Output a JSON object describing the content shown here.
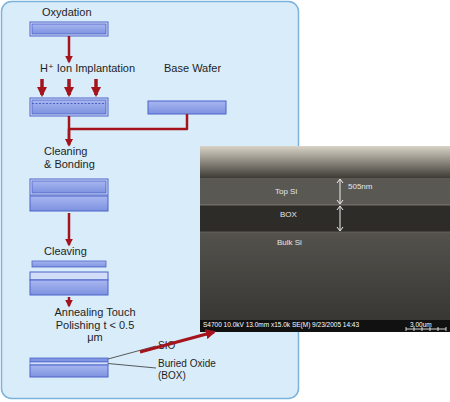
{
  "diagram": {
    "nodes": [
      {
        "text": [
          "Oxydation"
        ]
      },
      {
        "text": [
          "H⁺ Ion Implantation"
        ]
      },
      {
        "text": [
          "Base Wafer"
        ]
      },
      {
        "text": [
          "Cleaning & Bonding"
        ]
      },
      {
        "text": [
          "Cleaving"
        ]
      },
      {
        "text": [
          "Annealing Touch Polishing t < 0.5 μm"
        ]
      },
      {
        "text": [
          "Top Si",
          "505nm",
          "BOX",
          "Bulk Si",
          "S4700 10.0kV 13.0mm x15.0k SE(M) 9/23/2005 14:43",
          "3.00um"
        ]
      }
    ],
    "edges": [
      {
        "from": 0,
        "to": 1,
        "arrow": "to"
      },
      {
        "from": 1,
        "to": 3,
        "arrow": "to"
      },
      {
        "from": 2,
        "to": 3,
        "arrow": "to"
      },
      {
        "from": 3,
        "to": 4,
        "arrow": "to"
      },
      {
        "from": 4,
        "to": 5,
        "arrow": "to"
      },
      {
        "from": 5,
        "to": 6,
        "arrow": "to"
      }
    ],
    "labels": [
      "SIO",
      "Buried Oxide (BOX)"
    ]
  }
}
